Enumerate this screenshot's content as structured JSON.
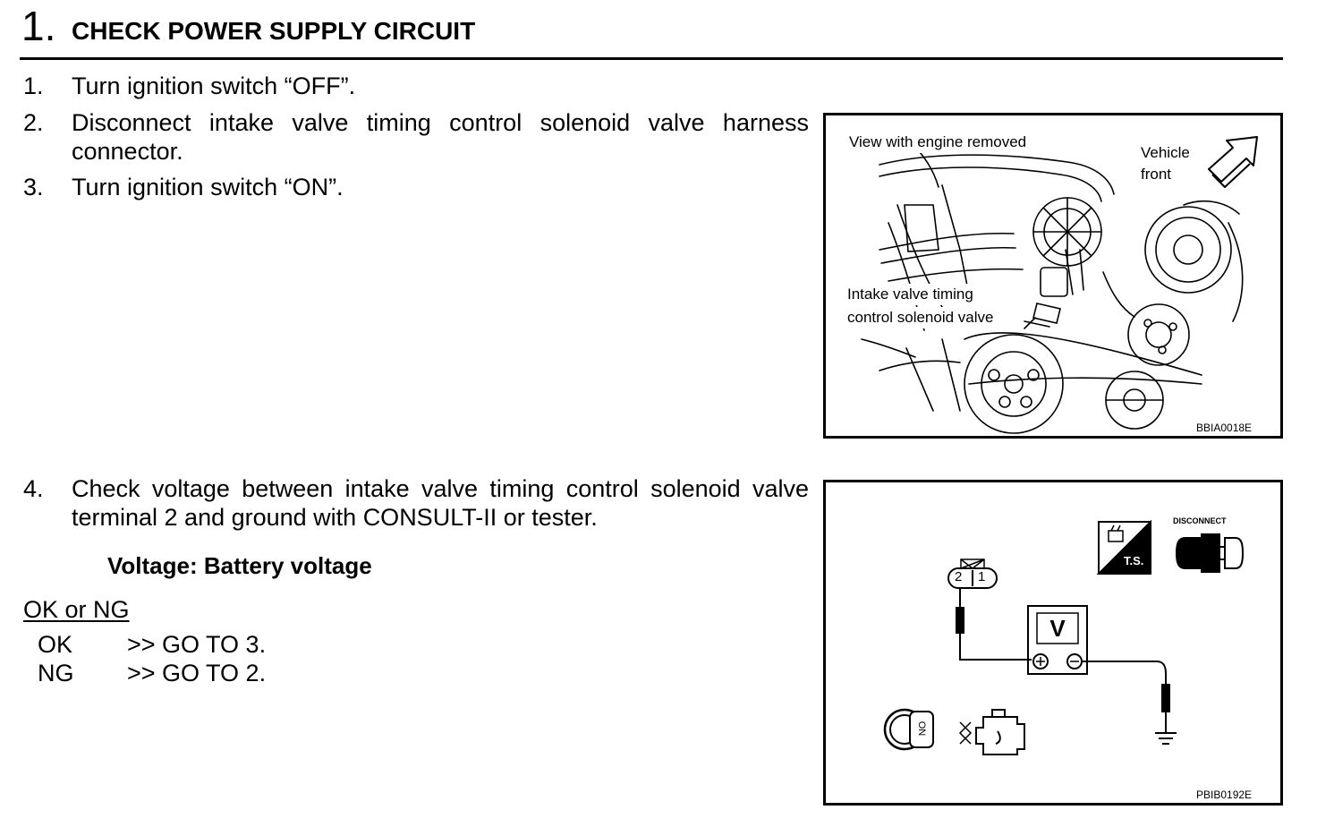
{
  "step": {
    "number": "1.",
    "title": "CHECK POWER SUPPLY CIRCUIT"
  },
  "instructions": [
    {
      "num": "1.",
      "text": "Turn ignition switch “OFF”."
    },
    {
      "num": "2.",
      "text": "Disconnect intake valve timing control solenoid valve harness connector."
    },
    {
      "num": "3.",
      "text": "Turn ignition switch “ON”."
    },
    {
      "num": "4.",
      "text": "Check voltage between intake valve timing control solenoid valve terminal 2 and ground with CONSULT-II or tester."
    }
  ],
  "spec": "Voltage: Battery voltage",
  "result": {
    "heading": "OK or NG",
    "options": [
      {
        "label": "OK",
        "action": ">> GO TO 3."
      },
      {
        "label": "NG",
        "action": ">> GO TO 2."
      }
    ]
  },
  "figure1": {
    "view_label": "View with engine removed",
    "vehicle_label_line1": "Vehicle",
    "vehicle_label_line2": "front",
    "component_label_line1": "Intake valve timing",
    "component_label_line2": "control solenoid valve",
    "code": "BBIA0018E"
  },
  "figure2": {
    "disconnect_label": "DISCONNECT",
    "ts_label": "T.S.",
    "terminal_2": "2",
    "terminal_1": "1",
    "meter_label": "V",
    "ignition_label": "ON",
    "code": "PBIB0192E"
  }
}
